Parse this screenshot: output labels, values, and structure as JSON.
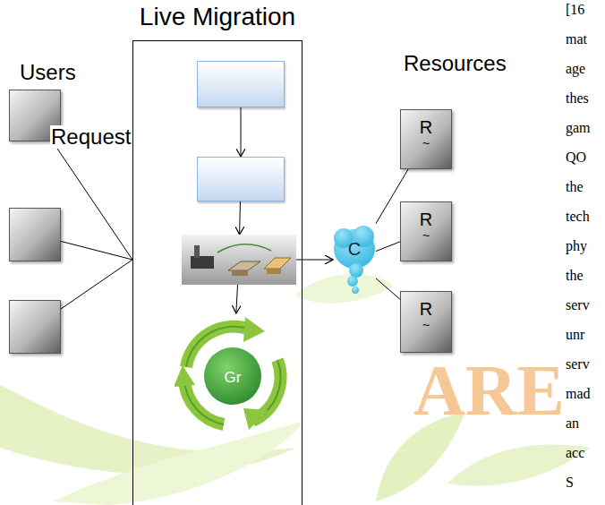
{
  "diagram": {
    "nodes": [
      {
        "text": [
          "Live Migration"
        ]
      },
      {
        "text": []
      },
      {
        "text": []
      },
      {
        "text": []
      },
      {
        "text": [],
        "in": 0
      },
      {
        "text": [],
        "in": 0
      },
      {
        "text": [],
        "in": 0
      },
      {
        "text": [
          "Gr"
        ],
        "in": 0
      },
      {
        "text": [
          "C"
        ]
      },
      {
        "text": [
          "R",
          "~"
        ]
      },
      {
        "text": [
          "R",
          "~"
        ]
      },
      {
        "text": [
          "R",
          "~"
        ]
      }
    ],
    "edges": [
      {
        "from": 1,
        "to": 0,
        "arrow": "none"
      },
      {
        "from": 2,
        "to": 0,
        "arrow": "none"
      },
      {
        "from": 3,
        "to": 0,
        "arrow": "none"
      },
      {
        "from": 4,
        "to": 5,
        "arrow": "to"
      },
      {
        "from": 5,
        "to": 6,
        "arrow": "to"
      },
      {
        "from": 6,
        "to": 7,
        "arrow": "to"
      },
      {
        "from": 6,
        "to": 8,
        "arrow": "to"
      },
      {
        "from": 8,
        "to": 9,
        "arrow": "none"
      },
      {
        "from": 8,
        "to": 10,
        "arrow": "none"
      },
      {
        "from": 8,
        "to": 11,
        "arrow": "none"
      }
    ],
    "labels": [
      "Users",
      "Request",
      "Resources",
      "[16",
      "mat",
      "age",
      "thes",
      "gam",
      "QO",
      "the",
      "tech",
      "phy",
      "the",
      "serv",
      "unr",
      "serv",
      "mad",
      "an",
      "acc",
      "S",
      "ARE"
    ]
  }
}
